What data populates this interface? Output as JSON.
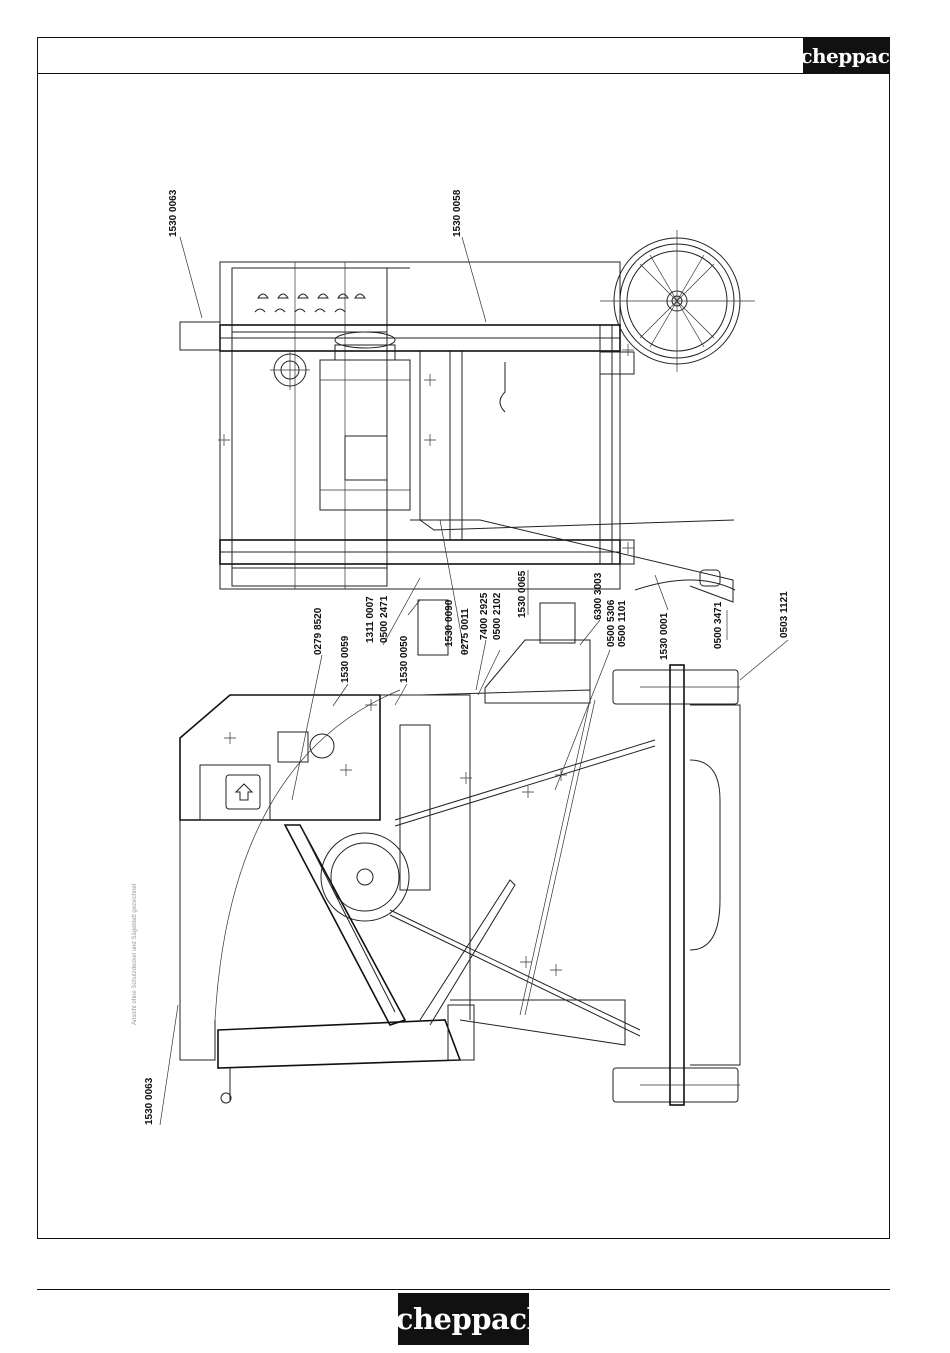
{
  "brand": {
    "name": "scheppach"
  },
  "note": "Ansicht ohne Schutzdeckel und Sägeblatt gezeichnet",
  "parts": {
    "p1530_0063_top": "1530 0063",
    "p1530_0058": "1530 0058",
    "p0279_8520": "0279 8520",
    "p1530_0059": "1530 0059",
    "p1311_0007": "1311 0007",
    "p0500_2471": "0500 2471",
    "p1530_0050": "1530 0050",
    "p1530_0090": "1530 0090",
    "p0275_0011": "0275 0011",
    "p7400_2925": "7400 2925",
    "p0500_2102": "0500 2102",
    "p1530_0065": "1530 0065",
    "p6300_3003": "6300 3003",
    "p0500_5306": "0500 5306",
    "p0500_1101": "0500 1101",
    "p1530_0001": "1530 0001",
    "p0500_3471": "0500 3471",
    "p0503_1121": "0503 1121",
    "p1530_0063_bottom": "1530 0063"
  }
}
